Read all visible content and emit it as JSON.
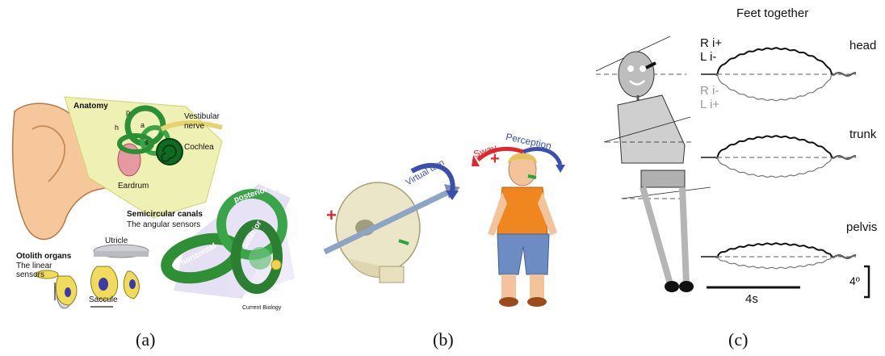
{
  "panel_a": {
    "anatomy": "Anatomy",
    "vestibular_nerve": [
      "Vestibular",
      "nerve"
    ],
    "cochlea": "Cochlea",
    "eardrum": "Eardrum",
    "canal_letters": [
      "p",
      "a",
      "h",
      "u",
      "s"
    ],
    "semicircular_title": "Semicircular canals",
    "semicircular_sub": "The angular sensors",
    "utricle": "Utricle",
    "otolith_title": "Otolith organs",
    "otolith_sub": [
      "The linear",
      "sensors"
    ],
    "saccule": "Saccule",
    "canal_names": [
      "posterior",
      "anterior",
      "horizontal"
    ],
    "credit": "Current Biology",
    "caption": "(a)"
  },
  "panel_b": {
    "virtual_turn": "Virtual turn",
    "sway": "Sway",
    "perception": "Perception",
    "plus": "+",
    "minus": "−",
    "caption": "(b)",
    "colors": {
      "red": "#e3262b",
      "blue": "#3a4fae",
      "green": "#2fa03a"
    }
  },
  "panel_c": {
    "title": "Feet together",
    "legend_black": [
      "R i+",
      "L i-"
    ],
    "legend_gray": [
      "R i-",
      "L i+"
    ],
    "traces": [
      "head",
      "trunk",
      "pelvis"
    ],
    "time_scale": "4s",
    "angle_scale": "4º",
    "caption": "(c)"
  }
}
